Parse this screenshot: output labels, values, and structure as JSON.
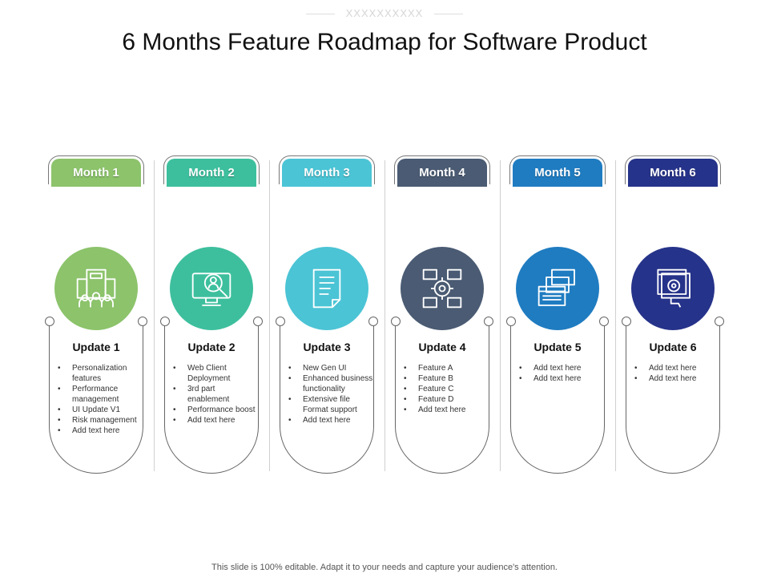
{
  "header": {
    "decoration": "XXXXXXXXXX",
    "title": "6 Months Feature Roadmap for Software Product"
  },
  "columns": [
    {
      "month": "Month 1",
      "color": "#8cc36b",
      "icon": "office-building-people-icon",
      "title": "Update 1",
      "items": [
        "Personalization features",
        "Performance management",
        "UI Update V1",
        "Risk management",
        "Add text here"
      ]
    },
    {
      "month": "Month 2",
      "color": "#3dbf9d",
      "icon": "monitor-user-search-icon",
      "title": "Update 2",
      "items": [
        "Web Client Deployment",
        "3rd part enablement",
        "Performance boost",
        "Add text here"
      ]
    },
    {
      "month": "Month 3",
      "color": "#4bc4d5",
      "icon": "document-icon",
      "title": "Update 3",
      "items": [
        "New Gen UI",
        "Enhanced business functionality",
        "Extensive file Format support",
        "Add text here"
      ]
    },
    {
      "month": "Month 4",
      "color": "#4a5b73",
      "icon": "gear-windows-icon",
      "title": "Update 4",
      "items": [
        "Feature A",
        "Feature B",
        "Feature C",
        "Feature D",
        "Add text here"
      ]
    },
    {
      "month": "Month 5",
      "color": "#1f7cc1",
      "icon": "stacked-windows-icon",
      "title": "Update 5",
      "items": [
        "Add text here",
        "Add text here"
      ]
    },
    {
      "month": "Month 6",
      "color": "#26338a",
      "icon": "monitor-settings-icon",
      "title": "Update 6",
      "items": [
        "Add text here",
        "Add text here"
      ]
    }
  ],
  "footer": "This slide is 100% editable. Adapt it to your needs and capture your audience's attention."
}
